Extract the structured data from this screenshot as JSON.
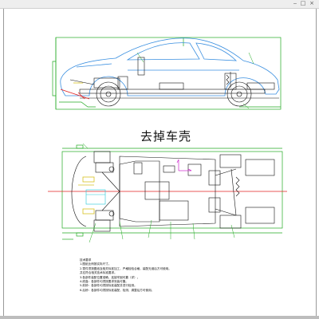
{
  "window": {
    "controls": [
      "minimize",
      "maximize",
      "close"
    ],
    "control_glyphs": {
      "minimize": "‒",
      "maximize": "□",
      "close": "×"
    }
  },
  "drawing": {
    "heading": "去掉车壳",
    "notes": {
      "title": "技术要求",
      "lines": [
        "1.图纸比例按实际尺寸。",
        "2.零件须按图纸及相关标准加工，严格检验合格，装配无误后方可使用。",
        "并应符合相关技术标准要求。",
        "3.各部件装配位置准确，连接牢固可靠（详）。",
        "4.底盘：各部件均须按要求安装可靠。",
        "5.前桥：各部件均须按标准装配并进行检测。",
        "6.后桥：各部件均须按标准装配，检测、调整后方可使用。"
      ]
    }
  },
  "colors": {
    "outline_green": "#22aa22",
    "body_blue": "#3a8fe0",
    "centerline_red": "#e02020",
    "parts_black": "#111111",
    "accent_magenta": "#cc22cc",
    "accent_cyan": "#22c8d8",
    "accent_yellow": "#d8c020"
  }
}
